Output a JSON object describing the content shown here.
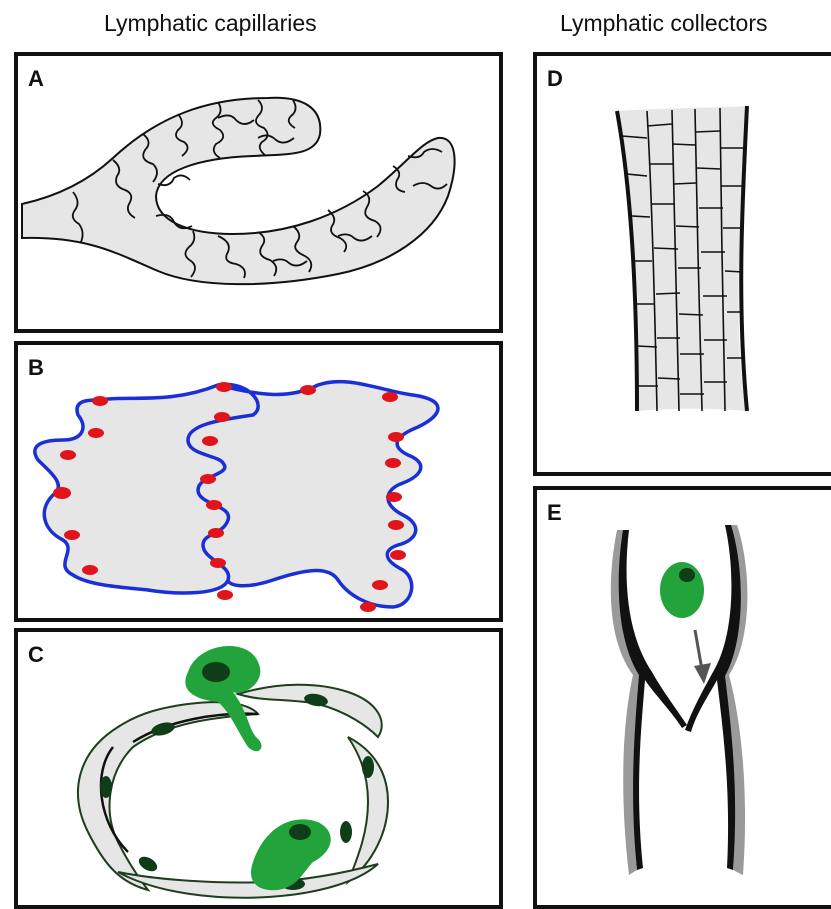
{
  "headings": {
    "left": "Lymphatic capillaries",
    "right": "Lymphatic collectors"
  },
  "panels": {
    "a": {
      "label": "A"
    },
    "b": {
      "label": "B"
    },
    "c": {
      "label": "C"
    },
    "d": {
      "label": "D"
    },
    "e": {
      "label": "E"
    }
  },
  "colors": {
    "cell_fill": "#e6e6e6",
    "outline": "#111111",
    "junction_line": "#1a2fd6",
    "junction_dot": "#e0141a",
    "immune_cell": "#22a33b",
    "nucleus": "#0e3d18",
    "capillary_outline": "#1f3d1f",
    "flow_arrow": "#555555",
    "wall_shadow": "#9a9a9a"
  }
}
